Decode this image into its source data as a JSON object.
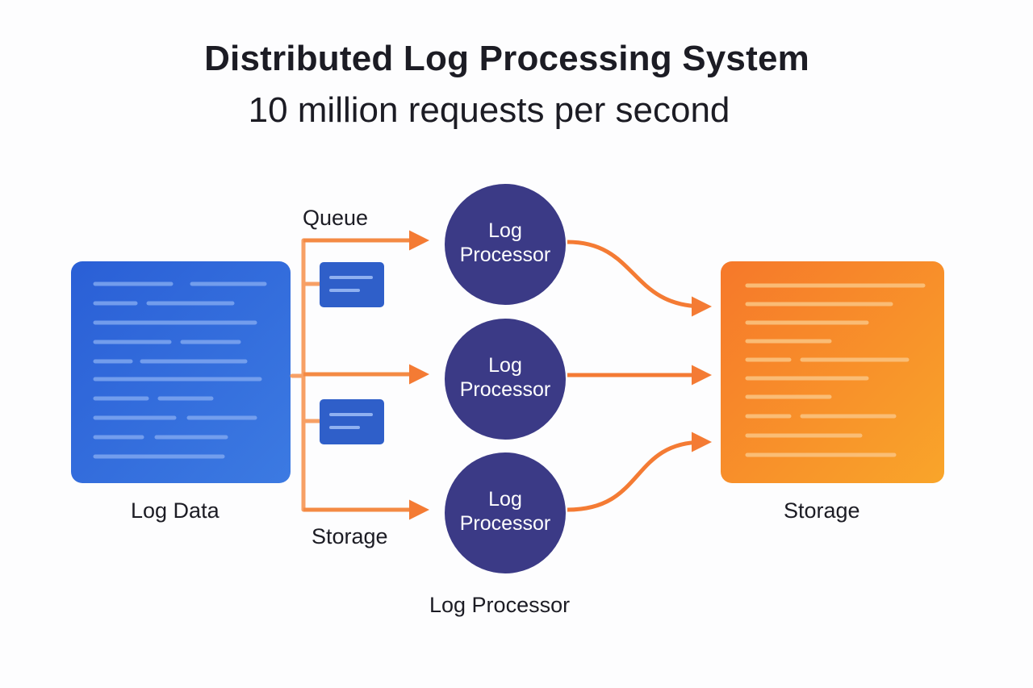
{
  "title": "Distributed Log Processing System",
  "subtitle": "10 million requests per second",
  "source": {
    "label": "Log Data"
  },
  "queue": {
    "label": "Queue"
  },
  "buffer": {
    "label": "Storage"
  },
  "processors": [
    {
      "line1": "Log",
      "line2": "Processor"
    },
    {
      "line1": "Log",
      "line2": "Processor"
    },
    {
      "line1": "Log",
      "line2": "Processor"
    }
  ],
  "processor_caption": "Log Processor",
  "sink": {
    "label": "Storage"
  },
  "colors": {
    "source_fill": "#2f67d8",
    "queue_box": "#2f5fc9",
    "processor": "#3b3a86",
    "arrow": "#f47b34",
    "sink_fill": "#f7931e"
  }
}
